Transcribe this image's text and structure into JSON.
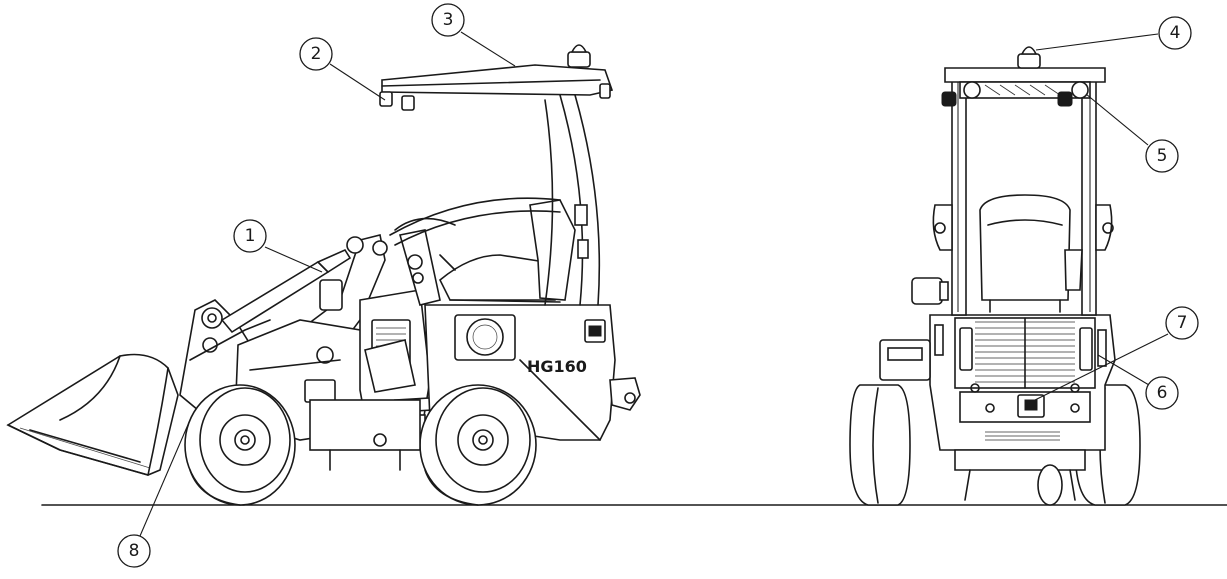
{
  "model_label": "HG160",
  "callouts": [
    {
      "id": "1",
      "text": "1"
    },
    {
      "id": "2",
      "text": "2"
    },
    {
      "id": "3",
      "text": "3"
    },
    {
      "id": "4",
      "text": "4"
    },
    {
      "id": "5",
      "text": "5"
    },
    {
      "id": "6",
      "text": "6"
    },
    {
      "id": "7",
      "text": "7"
    },
    {
      "id": "8",
      "text": "8"
    }
  ],
  "colors": {
    "line": "#1a1a1a",
    "background": "#ffffff"
  }
}
